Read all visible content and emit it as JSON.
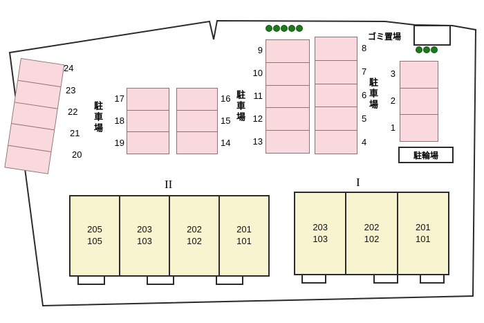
{
  "labels": {
    "parking": "駐車場",
    "garbage": "ゴミ置場",
    "bicycle": "駐輪場"
  },
  "parking": {
    "left": [
      "24",
      "23",
      "22",
      "21",
      "20"
    ],
    "mid_left": [
      "17",
      "18",
      "19"
    ],
    "mid_right": [
      "16",
      "15",
      "14"
    ],
    "center_left": [
      "9",
      "10",
      "11",
      "12",
      "13"
    ],
    "center_right": [
      "8",
      "7",
      "6",
      "5",
      "4"
    ],
    "right": [
      "3",
      "2",
      "1"
    ]
  },
  "buildings": {
    "b2": {
      "label": "II",
      "units": [
        {
          "upper": "205",
          "lower": "105"
        },
        {
          "upper": "203",
          "lower": "103"
        },
        {
          "upper": "202",
          "lower": "102"
        },
        {
          "upper": "201",
          "lower": "101"
        }
      ]
    },
    "b1": {
      "label": "I",
      "units": [
        {
          "upper": "203",
          "lower": "103"
        },
        {
          "upper": "202",
          "lower": "102"
        },
        {
          "upper": "201",
          "lower": "101"
        }
      ]
    }
  },
  "colors": {
    "stall_fill": "#f9d9dd",
    "stall_border": "#8f7272",
    "building_fill": "#f8f4cf",
    "outline": "#2b2b2b",
    "tree_green": "#1c7a1c"
  }
}
